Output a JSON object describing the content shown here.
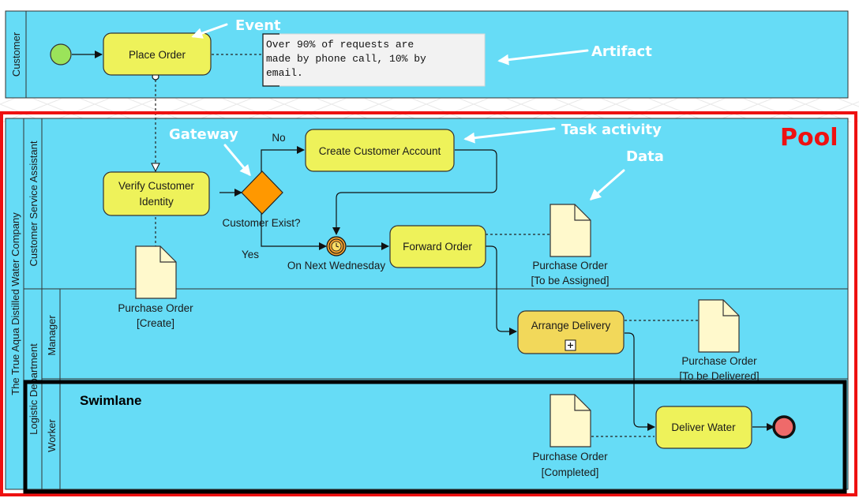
{
  "pools": {
    "customer": {
      "label": "Customer"
    },
    "company": {
      "label": "The True Aqua Distilled Water Company"
    }
  },
  "lanes": {
    "csa": "Customer Service Assistant",
    "logistic": "Logistic Department",
    "manager": "Manager",
    "worker": "Worker"
  },
  "tasks": {
    "place_order": "Place Order",
    "verify_1": "Verify Customer",
    "verify_2": "Identity",
    "create_account": "Create Customer Account",
    "forward_order": "Forward Order",
    "arrange_delivery": "Arrange Delivery",
    "deliver_water": "Deliver Water"
  },
  "gateway": {
    "label": "Customer Exist?",
    "no": "No",
    "yes": "Yes"
  },
  "timer": {
    "label": "On Next Wednesday"
  },
  "artifact_note": {
    "line1": "Over 90% of requests are",
    "line2": "made by phone call, 10% by",
    "line3": "email."
  },
  "data_objects": {
    "po_create": {
      "name": "Purchase Order",
      "state": "[Create]"
    },
    "po_assigned": {
      "name": "Purchase Order",
      "state": "[To be Assigned]"
    },
    "po_delivered": {
      "name": "Purchase Order",
      "state": "[To be Delivered]"
    },
    "po_completed": {
      "name": "Purchase Order",
      "state": "[Completed]"
    }
  },
  "callouts": {
    "event": "Event",
    "artifact": "Artifact",
    "gateway": "Gateway",
    "task_activity": "Task activity",
    "data": "Data",
    "pool": "Pool",
    "swimlane": "Swimlane"
  },
  "colors": {
    "lane_fill": "#66dcf6",
    "task_fill": "#eef25a",
    "subprocess_fill": "#f2d85a",
    "gateway_fill": "#ff9800",
    "start_event": "#9be35a",
    "end_event": "#ef6a6a",
    "pool_highlight": "#ee1111",
    "swimlane_highlight": "#000000"
  }
}
